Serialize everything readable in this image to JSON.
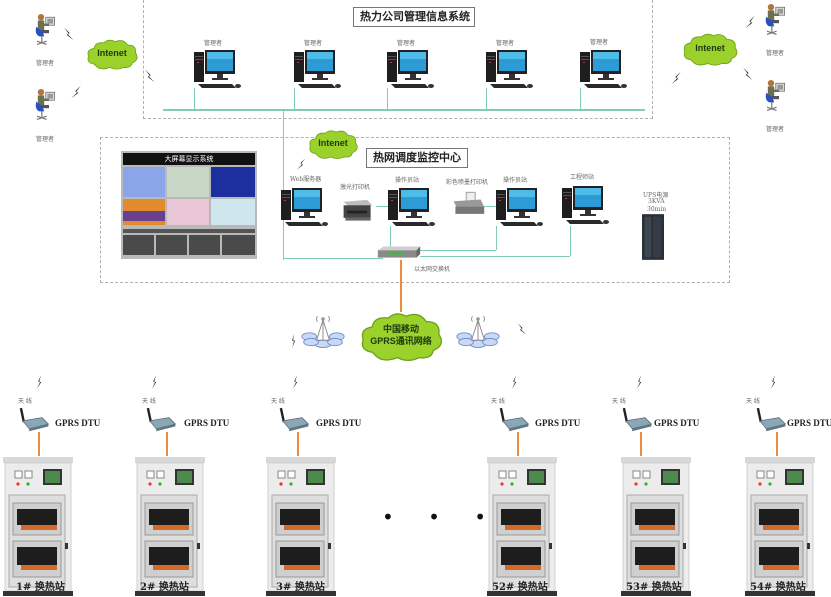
{
  "mis": {
    "title": "热力公司管理信息系统",
    "terminals": [
      {
        "label": "管理者"
      },
      {
        "label": "管理者"
      },
      {
        "label": "管理者"
      },
      {
        "label": "管理者"
      },
      {
        "label": "管理者"
      }
    ]
  },
  "remote_users": {
    "left": [
      {
        "label": "管理者"
      },
      {
        "label": "管理者"
      }
    ],
    "right": [
      {
        "label": "管理者"
      },
      {
        "label": "管理者"
      }
    ]
  },
  "internet": {
    "left_label": "Intenet",
    "right_label": "Intenet",
    "center_label": "Intenet"
  },
  "monitor_center": {
    "title": "热网调度监控中心",
    "big_screen_title": "大屏幕显示系统",
    "devices": [
      {
        "label": "Web服务器"
      },
      {
        "label": "激光打印机"
      },
      {
        "label": "操作员站"
      },
      {
        "label": "彩色喷墨打印机"
      },
      {
        "label": "操作员站"
      },
      {
        "label": "工程师站"
      }
    ],
    "ups": {
      "line1": "UPS电源",
      "line2": "3KVA",
      "line3": "30min"
    },
    "switch_label": "以太网交换机"
  },
  "gprs_network": {
    "line1": "中国移动",
    "line2": "GPRS通讯网络"
  },
  "stations": [
    {
      "name": "1# 换热站",
      "dtu_label": "GPRS DTU",
      "antenna_label": "天 线"
    },
    {
      "name": "2# 换热站",
      "dtu_label": "GPRS DTU",
      "antenna_label": "天 线"
    },
    {
      "name": "3# 换热站",
      "dtu_label": "GPRS DTU",
      "antenna_label": "天 线"
    },
    {
      "name": "52# 换热站",
      "dtu_label": "GPRS DTU",
      "antenna_label": "天 线"
    },
    {
      "name": "53# 换热站",
      "dtu_label": "GPRS DTU",
      "antenna_label": "天 线"
    },
    {
      "name": "54# 换热站",
      "dtu_label": "GPRS DTU",
      "antenna_label": "天 线"
    }
  ],
  "ellipsis": "• • •",
  "colors": {
    "lan": "#7fcfae",
    "fiber": "#f08a3a",
    "cloud": "#9ad12a"
  }
}
